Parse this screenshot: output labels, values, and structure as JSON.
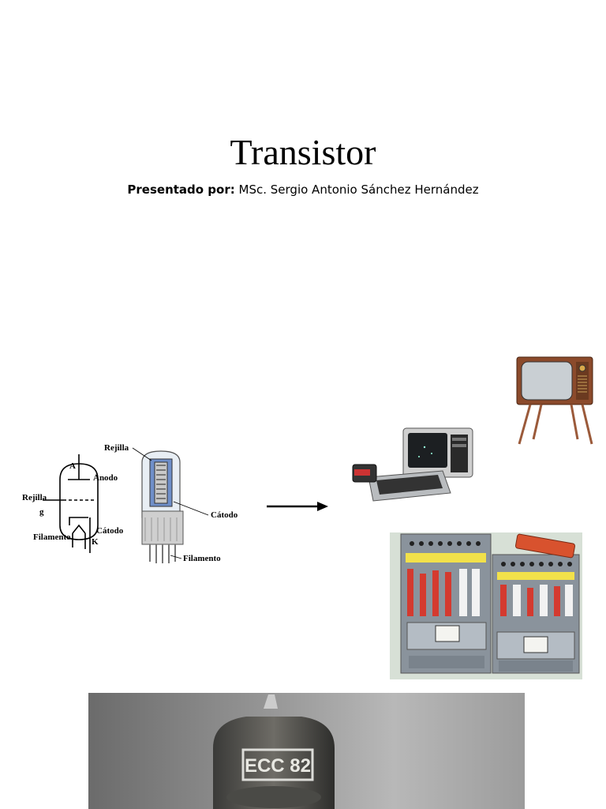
{
  "slide": {
    "title": "Transistor",
    "presenter_label": "Presentado por:",
    "presenter_name": " MSc. Sergio Antonio Sánchez Hernández"
  },
  "tube_diagram": {
    "symbol_labels": {
      "anode_letter": "A",
      "anode": "Ánodo",
      "grid": "Rejilla",
      "grid_letter": "g",
      "cathode": "Cátodo",
      "cathode_letter": "K",
      "filament": "Filamento"
    },
    "cutaway_labels": {
      "grid": "Rejilla",
      "cathode": "Cátodo",
      "filament": "Filamento"
    }
  },
  "photos": {
    "tube_marking": "ECC 82"
  },
  "colors": {
    "tv_cabinet": "#8b4a2b",
    "computer_panel": "#8a939c",
    "background": "#ffffff"
  }
}
